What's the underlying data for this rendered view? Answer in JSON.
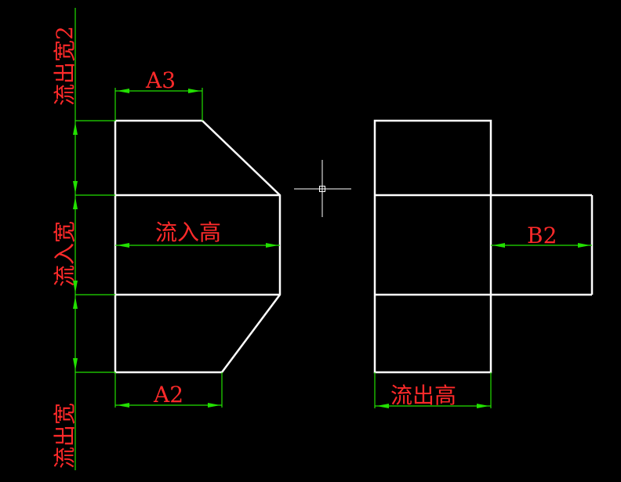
{
  "drawing": {
    "background": "#000000",
    "geometry_color": "#ffffff",
    "dimension_line_color": "#22e000",
    "dimension_text_color": "#ff2a2a"
  },
  "labels": {
    "a3": "A3",
    "inflow_height": "流入高",
    "a2": "A2",
    "b2": "B2",
    "outflow_height": "流出高",
    "outflow_width_2": "流出宽2",
    "inflow_width": "流入宽",
    "outflow_width": "流出宽"
  }
}
